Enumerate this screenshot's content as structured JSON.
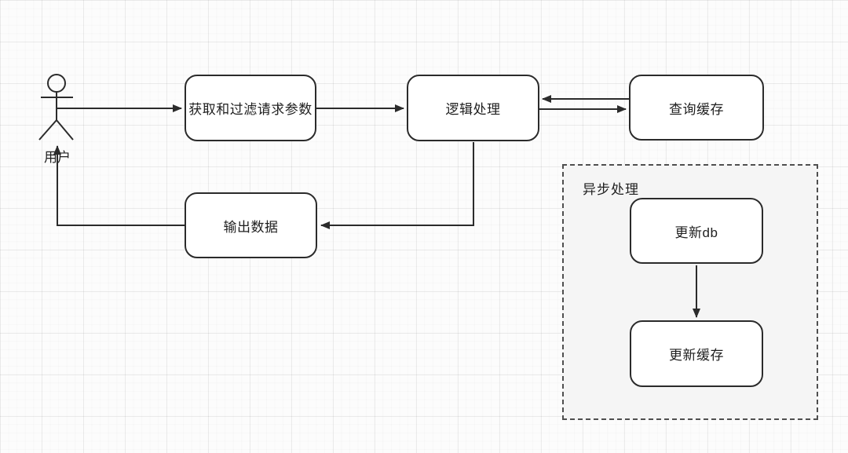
{
  "diagram": {
    "actor": {
      "label": "用户"
    },
    "nodes": {
      "get_params": {
        "label": "获取和过滤请求参数"
      },
      "logic": {
        "label": "逻辑处理"
      },
      "query_cache": {
        "label": "查询缓存"
      },
      "output_data": {
        "label": "输出数据"
      },
      "update_db": {
        "label": "更新db"
      },
      "update_cache": {
        "label": "更新缓存"
      }
    },
    "group": {
      "label": "异步处理"
    },
    "edges": [
      {
        "from": "用户",
        "to": "获取和过滤请求参数",
        "style": "arrow"
      },
      {
        "from": "获取和过滤请求参数",
        "to": "逻辑处理",
        "style": "arrow"
      },
      {
        "from": "查询缓存",
        "to": "逻辑处理",
        "style": "arrow"
      },
      {
        "from": "逻辑处理",
        "to": "查询缓存",
        "style": "arrow"
      },
      {
        "from": "逻辑处理",
        "to": "输出数据",
        "style": "arrow"
      },
      {
        "from": "输出数据",
        "to": "用户",
        "style": "arrow"
      },
      {
        "from": "更新db",
        "to": "更新缓存",
        "style": "arrow"
      }
    ],
    "colors": {
      "line": "#2b2b2b",
      "node_fill": "#ffffff",
      "node_border": "#2b2b2b",
      "group_fill": "#f5f5f5",
      "group_border": "#4f4f4f",
      "background": "#fcfcfc",
      "text": "#1f1f1f"
    }
  }
}
